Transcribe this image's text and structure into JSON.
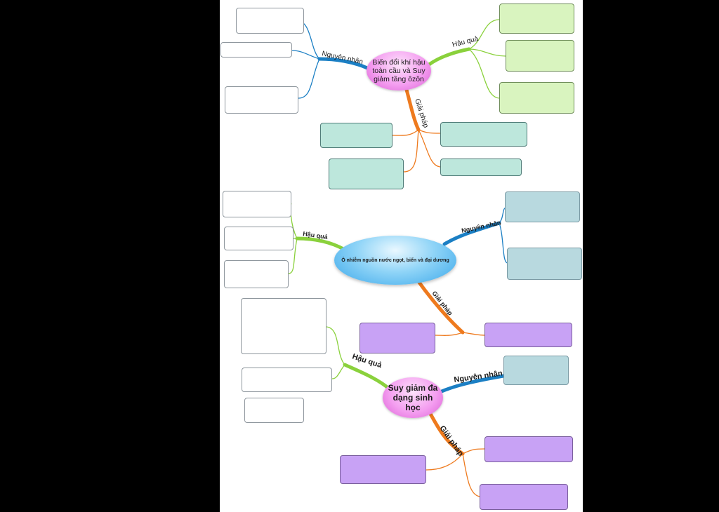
{
  "maps": [
    {
      "center": "Biến đổi khí hậu toàn cầu và Suy giảm tầng ôzôn",
      "branches": {
        "cause": "Nguyên nhân",
        "effect": "Hậu quả",
        "solution": "Giải pháp"
      }
    },
    {
      "center": "Ô nhiễm nguồn nước ngọt, biển và đại dương",
      "branches": {
        "effect": "Hậu quả",
        "cause": "Nguyên nhân",
        "solution": "Giải pháp"
      }
    },
    {
      "center": "Suy giảm đa dạng sinh học",
      "branches": {
        "effect": "Hậu quả",
        "cause": "Nguyên nhân",
        "solution": "Giải pháp"
      }
    }
  ],
  "colors": {
    "cause_branch": "#1b7fc4",
    "effect_branch": "#8ad13c",
    "solution_branch": "#ee7a1e",
    "outline_box": "#8e969d",
    "green_box": "#d9f4bf",
    "teal_box": "#bde7dc",
    "slate_box": "#b8d9df",
    "purple_box": "#c8a2f5"
  }
}
